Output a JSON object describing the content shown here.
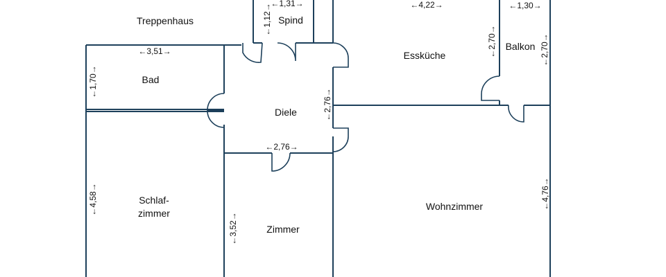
{
  "colors": {
    "wall": "#1c3f5a",
    "text": "#111111",
    "background": "#ffffff"
  },
  "rooms": {
    "treppenhaus": "Treppenhaus",
    "spind": "Spind",
    "esskueche": "Essküche",
    "balkon": "Balkon",
    "bad": "Bad",
    "diele": "Diele",
    "schlafzimmer_line1": "Schlaf-",
    "schlafzimmer_line2": "zimmer",
    "zimmer": "Zimmer",
    "wohnzimmer": "Wohnzimmer"
  },
  "dimensions": {
    "spind_width": "←1,31→",
    "spind_depth": "←1,12→",
    "esskueche_width": "←4,22→",
    "esskueche_depth": "←2,70→",
    "balkon_width": "←1,30→",
    "balkon_depth": "←2,70→",
    "bad_width": "←3,51→",
    "bad_depth": "←1,70→",
    "diele_depth": "←2,76→",
    "zimmer_width": "←2,76→",
    "schlafzimmer_depth": "←4,58→",
    "zimmer_depth": "←3,52→",
    "wohnzimmer_depth": "←4,76→"
  }
}
